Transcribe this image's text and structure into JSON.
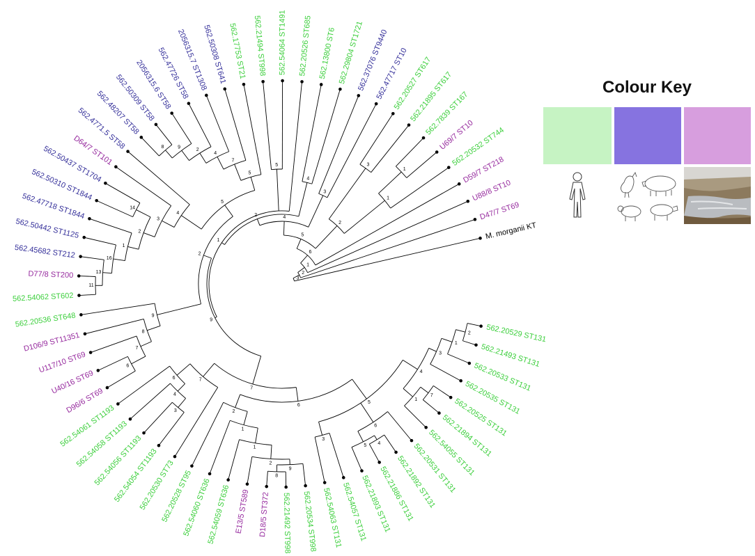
{
  "colour_key": {
    "title": "Colour Key",
    "categories": [
      {
        "id": "human",
        "color": "#c6f3c3",
        "picture": "human-figure"
      },
      {
        "id": "animal",
        "color": "#8673e0",
        "picture": "farm-animals"
      },
      {
        "id": "environment",
        "color": "#d79ede",
        "picture": "river-environment"
      }
    ]
  },
  "leaf_colors": {
    "green": "#3ccf3c",
    "blue": "#35309a",
    "purple": "#962a9e",
    "black": "#000000"
  },
  "leaves": [
    {
      "label": "M. morganii KT",
      "color": "black"
    },
    {
      "label": "D47/7 ST69",
      "color": "purple"
    },
    {
      "label": "U88/8 ST10",
      "color": "purple"
    },
    {
      "label": "D59/7 ST218",
      "color": "purple"
    },
    {
      "label": "562.20532 ST744",
      "color": "green"
    },
    {
      "label": "U69/7 ST10",
      "color": "purple"
    },
    {
      "label": "562.7839 ST167",
      "color": "green"
    },
    {
      "label": "562.21895 ST617",
      "color": "green"
    },
    {
      "label": "562.20527 ST617",
      "color": "green"
    },
    {
      "label": "562.47717 ST10",
      "color": "blue"
    },
    {
      "label": "562.37076 ST9440",
      "color": "blue"
    },
    {
      "label": "562.29804 ST1721",
      "color": "green"
    },
    {
      "label": "562.13800 ST6",
      "color": "green"
    },
    {
      "label": "562.20526 ST685",
      "color": "green"
    },
    {
      "label": "562.54064 ST1491",
      "color": "green"
    },
    {
      "label": "562.21494 ST998",
      "color": "green"
    },
    {
      "label": "562.17753 ST21",
      "color": "green"
    },
    {
      "label": "562.50308 ST641",
      "color": "blue"
    },
    {
      "label": "2056315.7 ST1308",
      "color": "blue"
    },
    {
      "label": "562.47726 ST58",
      "color": "blue"
    },
    {
      "label": "2056315.6 ST58",
      "color": "blue"
    },
    {
      "label": "562.50309 ST58",
      "color": "blue"
    },
    {
      "label": "562.48207 ST58",
      "color": "blue"
    },
    {
      "label": "562.4771.5 ST58",
      "color": "blue"
    },
    {
      "label": "D64/7 ST101",
      "color": "purple"
    },
    {
      "label": "562.50437 ST1704",
      "color": "blue"
    },
    {
      "label": "562.50310 ST1844",
      "color": "blue"
    },
    {
      "label": "562.47718 ST1844",
      "color": "blue"
    },
    {
      "label": "562.50442 ST1125",
      "color": "blue"
    },
    {
      "label": "562.45682 ST212",
      "color": "blue"
    },
    {
      "label": "D77/8 ST200",
      "color": "purple"
    },
    {
      "label": "562.54062 ST602",
      "color": "green"
    },
    {
      "label": "562.20536 ST648",
      "color": "green"
    },
    {
      "label": "D106/9 ST11351",
      "color": "purple"
    },
    {
      "label": "U117/10 ST69",
      "color": "purple"
    },
    {
      "label": "U40/16 ST69",
      "color": "purple"
    },
    {
      "label": "D96/6 ST69",
      "color": "purple"
    },
    {
      "label": "562.54061 ST1193",
      "color": "green"
    },
    {
      "label": "562.54058 ST1193",
      "color": "green"
    },
    {
      "label": "562.54056 ST1193",
      "color": "green"
    },
    {
      "label": "562.54054 ST1193",
      "color": "green"
    },
    {
      "label": "562.20530 ST73",
      "color": "green"
    },
    {
      "label": "562.20528 ST95",
      "color": "green"
    },
    {
      "label": "562.54060 ST636",
      "color": "green"
    },
    {
      "label": "562.54059 ST636",
      "color": "green"
    },
    {
      "label": "E13/5 ST589",
      "color": "purple"
    },
    {
      "label": "D18/5 ST372",
      "color": "purple"
    },
    {
      "label": "562.21492 ST998",
      "color": "green"
    },
    {
      "label": "562.20534 ST998",
      "color": "green"
    },
    {
      "label": "562.54063 ST131",
      "color": "green"
    },
    {
      "label": "562.54057 ST131",
      "color": "green"
    },
    {
      "label": "562.21893 ST131",
      "color": "green"
    },
    {
      "label": "562.21886 ST131",
      "color": "green"
    },
    {
      "label": "562.21892 ST131",
      "color": "green"
    },
    {
      "label": "562.20531 ST131",
      "color": "green"
    },
    {
      "label": "562.54055 ST131",
      "color": "green"
    },
    {
      "label": "562.21894 ST131",
      "color": "green"
    },
    {
      "label": "562.20525 ST131",
      "color": "green"
    },
    {
      "label": "562.20535 ST131",
      "color": "green"
    },
    {
      "label": "562.20533 ST131",
      "color": "green"
    },
    {
      "label": "562.21493 ST131",
      "color": "green"
    },
    {
      "label": "562.20529 ST131",
      "color": "green"
    }
  ],
  "node_labels": [
    "1",
    "1",
    "3",
    "2",
    "3",
    "4",
    "5",
    "8",
    "9",
    "2",
    "4",
    "7",
    "5",
    "14",
    "11",
    "13",
    "16",
    "1",
    "2",
    "3",
    "4",
    "5",
    "6",
    "7",
    "8",
    "9",
    "2",
    "3",
    "4",
    "6",
    "7",
    "8",
    "9",
    "2",
    "1",
    "1",
    "2",
    "3",
    "4",
    "5",
    "6",
    "7",
    "1",
    "2",
    "1",
    "3",
    "4",
    "5",
    "6",
    "7",
    "9",
    "1",
    "2",
    "4",
    "5",
    "6",
    "1",
    "2",
    "3",
    "4",
    "6",
    "7",
    "8"
  ]
}
